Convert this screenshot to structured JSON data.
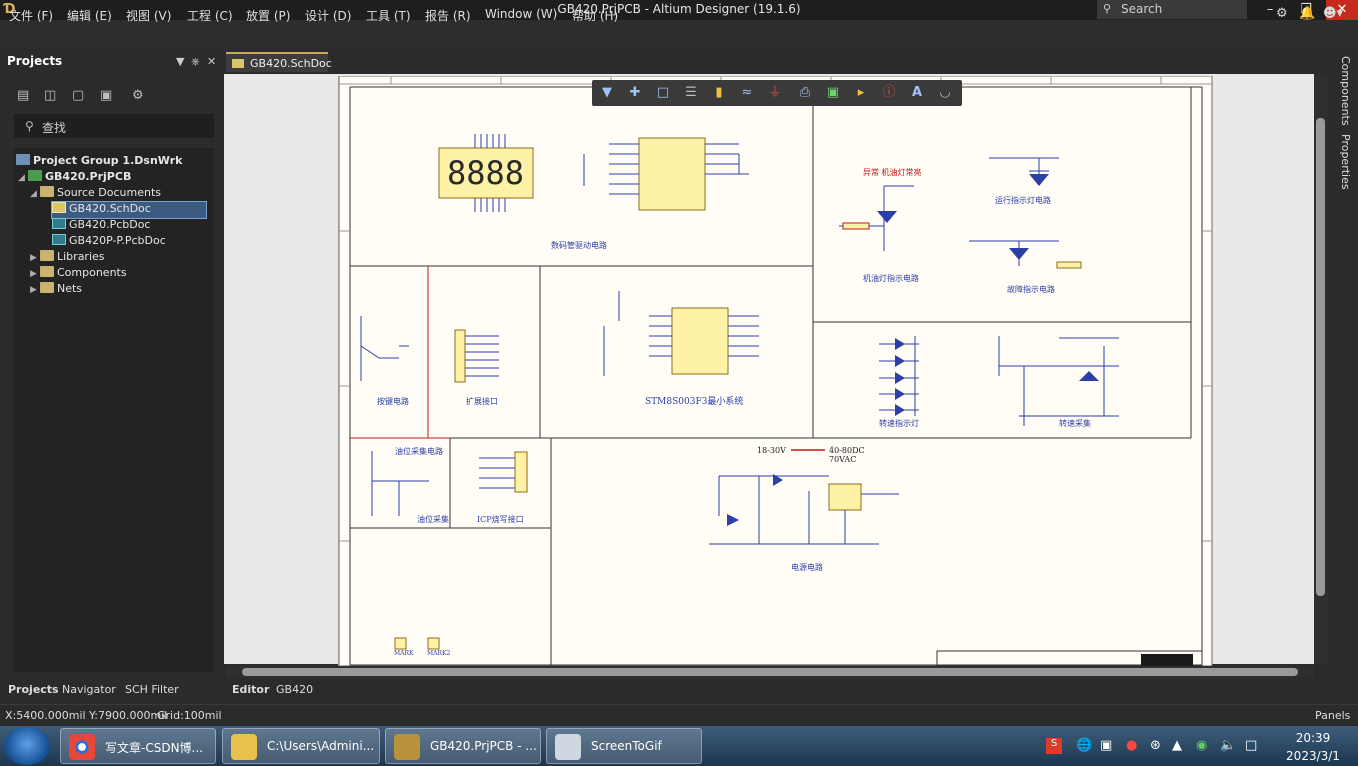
{
  "app": {
    "title": "GB420.PrjPCB - Altium Designer (19.1.6)",
    "search_placeholder": "Search",
    "logo": "Ɗ"
  },
  "window_controls": {
    "minimize": "–",
    "maximize": "❐",
    "close": "✕"
  },
  "menu": {
    "items": [
      "文件 (F)",
      "编辑 (E)",
      "视图 (V)",
      "工程 (C)",
      "放置 (P)",
      "设计 (D)",
      "工具 (T)",
      "报告 (R)",
      "Window (W)",
      "帮助 (H)"
    ]
  },
  "top_right_icons": [
    "gear-icon",
    "bell-icon",
    "user-icon"
  ],
  "projects_panel": {
    "title": "Projects",
    "search_placeholder": "查找",
    "tree": [
      {
        "label": "Project Group 1.DsnWrk",
        "level": 0,
        "icon": "group"
      },
      {
        "label": "GB420.PrjPCB",
        "level": 1,
        "icon": "project"
      },
      {
        "label": "Source Documents",
        "level": 2,
        "icon": "folder"
      },
      {
        "label": "GB420.SchDoc",
        "level": 3,
        "icon": "sch",
        "selected": true
      },
      {
        "label": "GB420.PcbDoc",
        "level": 3,
        "icon": "pcb"
      },
      {
        "label": "GB420P-P.PcbDoc",
        "level": 3,
        "icon": "pcb"
      },
      {
        "label": "Libraries",
        "level": 2,
        "icon": "folder"
      },
      {
        "label": "Components",
        "level": 2,
        "icon": "folder"
      },
      {
        "label": "Nets",
        "level": 2,
        "icon": "folder"
      }
    ],
    "bottom_tabs": [
      "Projects",
      "Navigator",
      "SCH Filter"
    ]
  },
  "editor": {
    "doc_tab": "GB420.SchDoc",
    "bottom_tabs": [
      "Editor",
      "GB420"
    ]
  },
  "right_panel_tabs": [
    "Components",
    "Properties"
  ],
  "schematic": {
    "led_display_text": "8888",
    "labels": {
      "digital_tube": "数码管驱动电路",
      "abnormal": "异常  机油灯常亮",
      "run_led": "运行指示灯电路",
      "oil_led": "机油灯指示电路",
      "fault_led": "故障指示电路",
      "key": "按键电路",
      "expand": "扩展接口",
      "mcu": "STM8S003F3最小系统",
      "pulse_led": "转速指示灯",
      "speed": "转速采集",
      "oil_collect": "油位采集电路",
      "oil_collect2": "油位采集",
      "icp": "ICP烧写接口",
      "v_in": "18-30V",
      "v_out": "40-80DC\n70VAC",
      "power": "电源电路",
      "mark1": "MARK",
      "mark2": "MARK2"
    }
  },
  "status": {
    "coords": "X:5400.000mil Y:7900.000mil",
    "grid": "Grid:100mil",
    "panels": "Panels"
  },
  "taskbar": {
    "tasks": [
      "写文章-CSDN博...",
      "C:\\Users\\Admini...",
      "GB420.PrjPCB - ...",
      "ScreenToGif"
    ],
    "time": "20:39",
    "date": "2023/3/1"
  }
}
